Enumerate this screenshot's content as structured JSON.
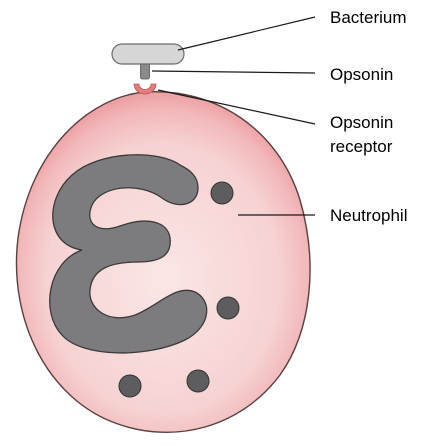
{
  "labels": {
    "bacterium": "Bacterium",
    "opsonin": "Opsonin",
    "opsonin_receptor_line1": "Opsonin",
    "opsonin_receptor_line2": "receptor",
    "neutrophil": "Neutrophil"
  },
  "colors": {
    "cell_outer": "#f0a8aa",
    "cell_inner": "#f8dcdc",
    "cell_outline": "#5a4040",
    "nucleus": "#7c7c7e",
    "nucleus_outline": "#3a3a3a",
    "granule": "#5d5d5f",
    "bacterium": "#d6d6d6",
    "bacterium_outline": "#6b6b6b",
    "opsonin": "#8a8a8a",
    "receptor": "#e67a7c",
    "leader_line": "#1a1a1a",
    "text": "#000000"
  }
}
